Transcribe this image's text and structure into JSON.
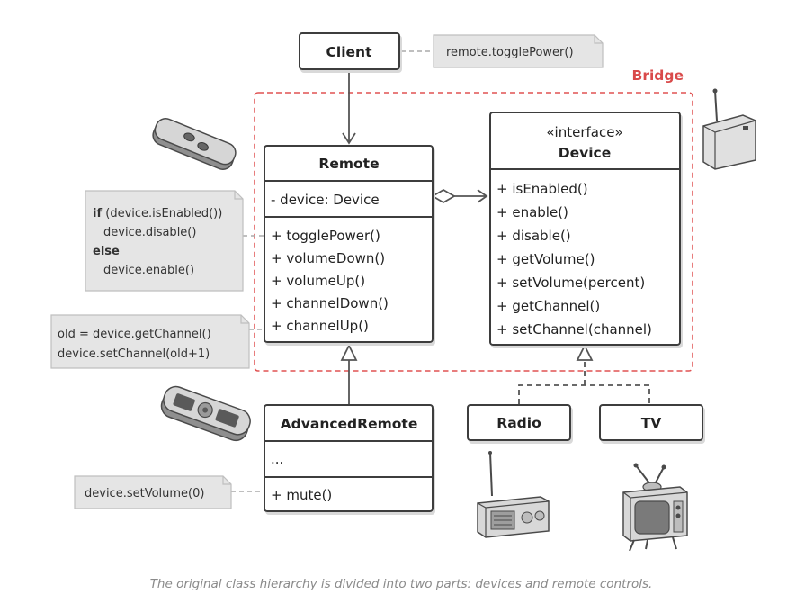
{
  "diagram": {
    "bridge_label": "Bridge",
    "client": {
      "name": "Client",
      "note": "remote.togglePower()"
    },
    "remote": {
      "name": "Remote",
      "fields": [
        "- device: Device"
      ],
      "methods": [
        "+ togglePower()",
        "+ volumeDown()",
        "+ volumeUp()",
        "+ channelDown()",
        "+ channelUp()"
      ]
    },
    "device": {
      "stereotype": "«interface»",
      "name": "Device",
      "methods": [
        "+ isEnabled()",
        "+ enable()",
        "+ disable()",
        "+ getVolume()",
        "+ setVolume(percent)",
        "+ getChannel()",
        "+ setChannel(channel)"
      ]
    },
    "advanced_remote": {
      "name": "AdvancedRemote",
      "fields": [
        "..."
      ],
      "methods": [
        "+ mute()"
      ]
    },
    "radio": {
      "name": "Radio"
    },
    "tv": {
      "name": "TV"
    },
    "notes": {
      "toggle_power": {
        "if_kw": "if",
        "if_rest": " (device.isEnabled())",
        "line2": "device.disable()",
        "else_kw": "else",
        "line4": "device.enable()"
      },
      "channel_up": {
        "line1": "old = device.getChannel()",
        "line2": "device.setChannel(old+1)"
      },
      "mute": {
        "line1": "device.setVolume(0)"
      }
    },
    "icons": [
      "simple-remote-icon",
      "advanced-remote-icon",
      "wall-device-icon",
      "radio-icon",
      "tv-icon"
    ],
    "colors": {
      "box_border": "#3d3d3d",
      "box_fill": "#ffffff",
      "note_fill": "#e5e5e5",
      "bridge_accent": "#e05252",
      "caption": "#8a8a8a"
    }
  },
  "caption": "The original class hierarchy is divided into two parts: devices and remote controls."
}
